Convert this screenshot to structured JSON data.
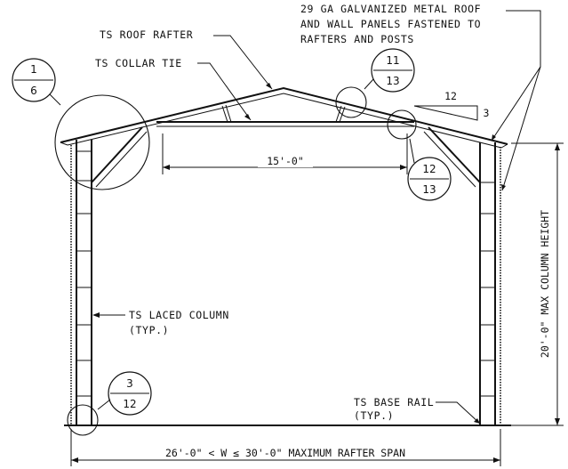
{
  "labels": {
    "roof_panels_line1": "29 GA GALVANIZED METAL ROOF",
    "roof_panels_line2": "AND WALL PANELS FASTENED TO",
    "roof_panels_line3": "RAFTERS AND POSTS",
    "roof_rafter": "TS ROOF RAFTER",
    "collar_tie": "TS COLLAR TIE",
    "laced_column": "TS LACED COLUMN",
    "laced_column_typ": "(TYP.)",
    "base_rail": "TS BASE RAIL",
    "base_rail_typ": "(TYP.)"
  },
  "slope": {
    "rise": "3",
    "run": "12"
  },
  "dimensions": {
    "collar_tie_span": "15'-0\"",
    "column_height": "20'-0\" MAX COLUMN HEIGHT",
    "rafter_span": "26'-0\" < W ≤ 30'-0\" MAXIMUM RAFTER SPAN"
  },
  "detail_callouts": [
    {
      "detail": "1",
      "sheet": "6"
    },
    {
      "detail": "11",
      "sheet": "13"
    },
    {
      "detail": "12",
      "sheet": "13"
    },
    {
      "detail": "3",
      "sheet": "12"
    }
  ]
}
